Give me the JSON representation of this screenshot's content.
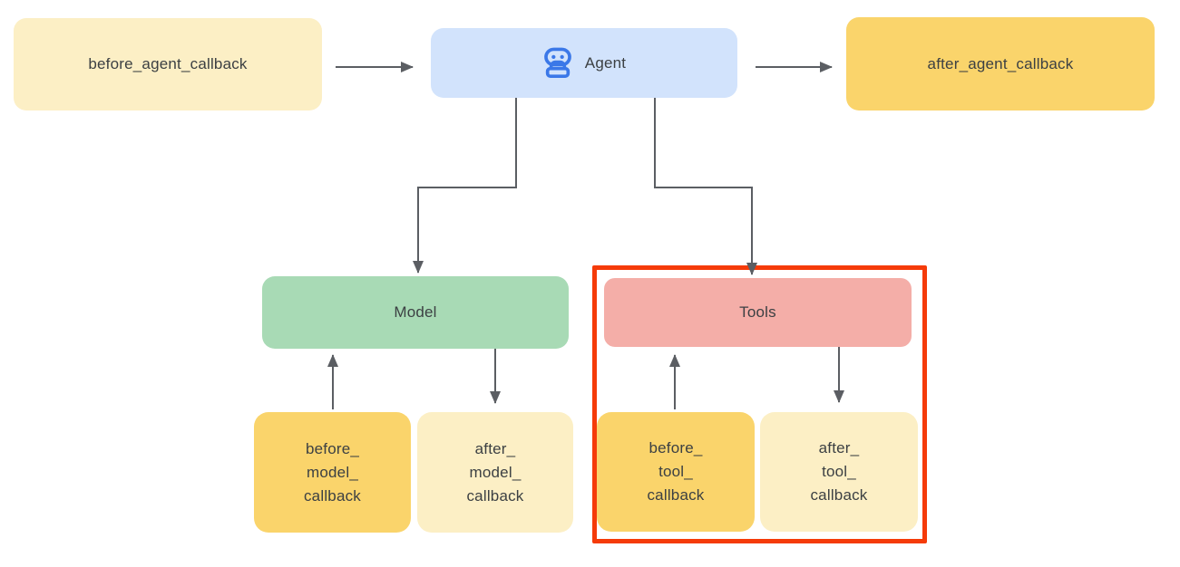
{
  "diagram": {
    "nodes": {
      "before_agent": {
        "label": "before_agent_callback"
      },
      "agent": {
        "label": "Agent",
        "icon": "robot-icon"
      },
      "after_agent": {
        "label": "after_agent_callback"
      },
      "model": {
        "label": "Model"
      },
      "tools": {
        "label": "Tools"
      },
      "before_model": {
        "label": "before_\nmodel_\ncallback"
      },
      "after_model": {
        "label": "after_\nmodel_\ncallback"
      },
      "before_tool": {
        "label": "before_\ntool_\ncallback"
      },
      "after_tool": {
        "label": "after_\ntool_\ncallback"
      }
    },
    "edges": [
      {
        "from": "before_agent_callback",
        "to": "Agent"
      },
      {
        "from": "Agent",
        "to": "after_agent_callback"
      },
      {
        "from": "Agent",
        "to": "Model"
      },
      {
        "from": "Agent",
        "to": "Tools"
      },
      {
        "from": "before_model_callback",
        "to": "Model"
      },
      {
        "from": "Model",
        "to": "after_model_callback"
      },
      {
        "from": "before_tool_callback",
        "to": "Tools"
      },
      {
        "from": "Tools",
        "to": "after_tool_callback"
      }
    ],
    "highlight": {
      "around": [
        "Tools",
        "before_tool_callback",
        "after_tool_callback"
      ],
      "color": "#F53B09"
    }
  },
  "colors": {
    "bg": "#FFFFFF",
    "cream": "#FCEFC5",
    "gold": "#FAD46B",
    "blue": "#D2E3FC",
    "icon-blue": "#3B78E8",
    "green": "#A8DAB5",
    "pink": "#F4AEA8",
    "arrow": "#5B5E63",
    "text": "#3C4043",
    "red": "#F53B09"
  }
}
